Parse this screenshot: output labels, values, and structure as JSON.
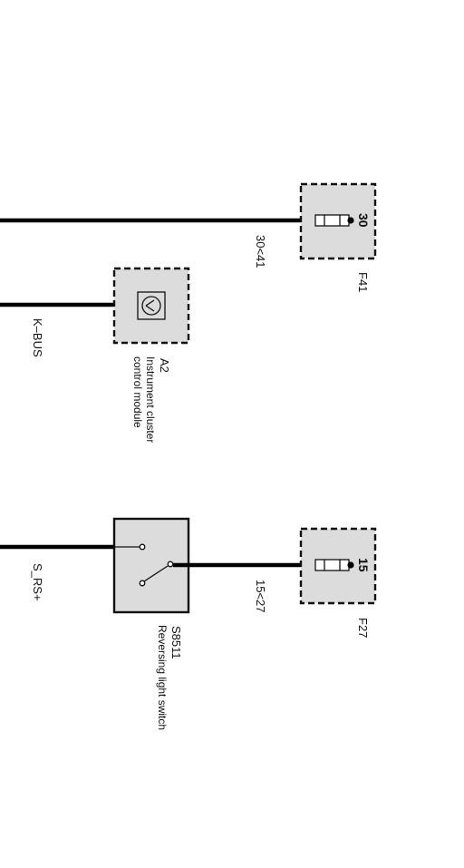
{
  "wires": {
    "top_label": "30<41",
    "mid_label": "K–BUS",
    "bottom_left_label": "S_RS+",
    "bottom_right_label": "15<27"
  },
  "fuse_f41": {
    "id": "F41",
    "pin": "30"
  },
  "module_a2": {
    "id": "A2",
    "name_line1": "Instrument cluster",
    "name_line2": "control module"
  },
  "switch_s8511": {
    "id": "S8511",
    "name": "Reversing light switch"
  },
  "fuse_f27": {
    "id": "F27",
    "pin": "15"
  }
}
